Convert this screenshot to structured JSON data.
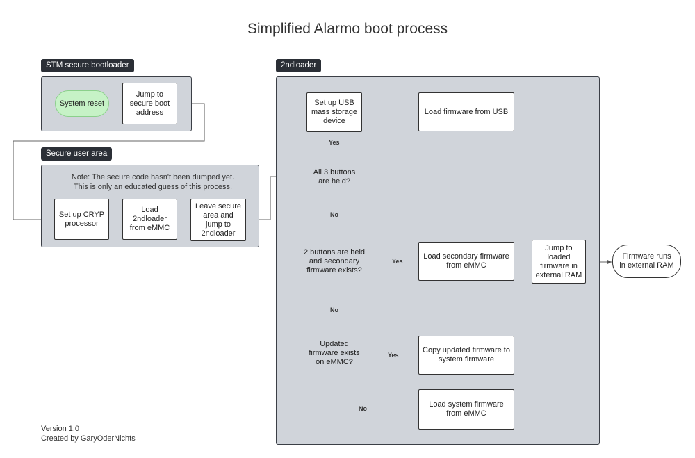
{
  "title": "Simplified Alarmo boot process",
  "groups": {
    "stm_bootloader": "STM secure bootloader",
    "secure_user_area": "Secure user area",
    "second_loader": "2ndloader"
  },
  "note": {
    "line1": "Note: The secure code hasn't been dumped yet.",
    "line2": "This is only an educated guess of this process."
  },
  "nodes": {
    "system_reset": "System reset",
    "jump_secure_boot": "Jump to secure boot address",
    "setup_cryp": "Set up CRYP processor",
    "load_2ndloader": "Load 2ndloader from eMMC",
    "leave_secure": "Leave secure area and jump to 2ndloader",
    "setup_usb": "Set up USB mass storage device",
    "load_usb": "Load firmware from USB",
    "all3_held": "All 3 buttons are held?",
    "two_held": "2 buttons are held and secondary firmware exists?",
    "load_secondary": "Load secondary firmware from eMMC",
    "jump_loaded": "Jump to loaded firmware in external RAM",
    "firmware_runs": "Firmware runs in external RAM",
    "updated_exists": "Updated firmware exists on eMMC?",
    "copy_updated": "Copy updated firmware to system firmware",
    "load_system": "Load system firmware from eMMC"
  },
  "edge_labels": {
    "yes_all3": "Yes",
    "no_all3": "No",
    "yes_two": "Yes",
    "no_two": "No",
    "yes_updated": "Yes",
    "no_updated": "No"
  },
  "footer": {
    "version": "Version 1.0",
    "credit": "Created by GaryOderNichts"
  }
}
